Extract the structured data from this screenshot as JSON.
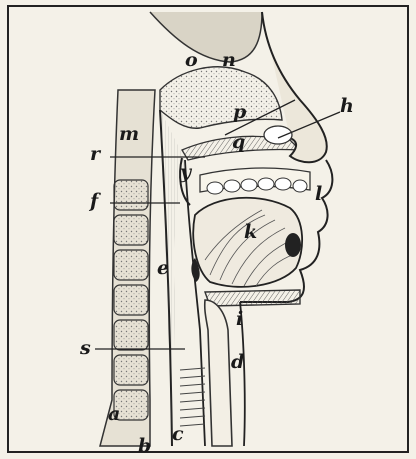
{
  "labels": {
    "a": "a",
    "b": "b",
    "c": "c",
    "d": "d",
    "e": "e",
    "f": "f",
    "h": "h",
    "i": "i",
    "k": "k",
    "l": "l",
    "m": "m",
    "n": "n",
    "o": "o",
    "p": "p",
    "q": "q",
    "r": "r",
    "s": "s",
    "y": "y"
  }
}
